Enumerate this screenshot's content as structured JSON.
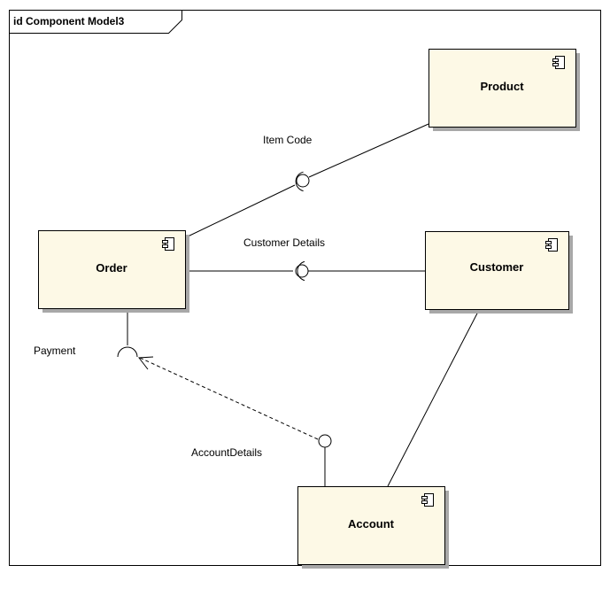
{
  "diagram": {
    "frame_title": "id Component Model3",
    "components": {
      "product": {
        "name": "Product"
      },
      "order": {
        "name": "Order"
      },
      "customer": {
        "name": "Customer"
      },
      "account": {
        "name": "Account"
      }
    },
    "interfaces": {
      "item_code": {
        "label": "Item Code"
      },
      "customer_details": {
        "label": "Customer Details"
      },
      "payment": {
        "label": "Payment"
      },
      "account_details": {
        "label": "AccountDetails"
      }
    },
    "colors": {
      "component_fill": "#fdf9e6",
      "component_shadow": "#a8a8a8",
      "line": "#000000",
      "background": "#ffffff"
    }
  }
}
